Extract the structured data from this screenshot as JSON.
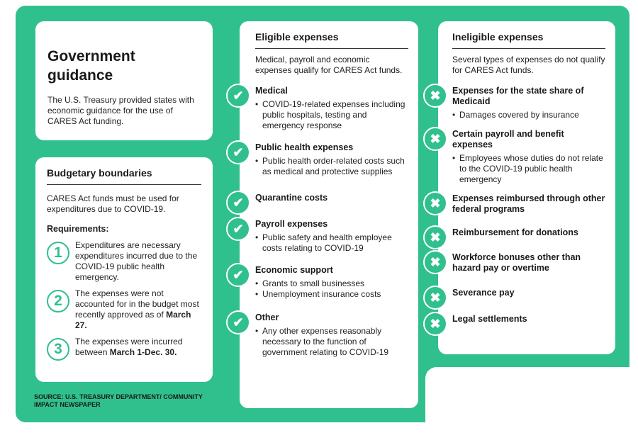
{
  "government": {
    "title": "Government guidance",
    "body": "The U.S. Treasury provided states with economic guidance for the use of CARES Act funding."
  },
  "budget": {
    "title": "Budgetary boundaries",
    "intro": "CARES Act funds must be used for expenditures due to COVID-19.",
    "requirements_label": "Requirements:",
    "requirements": [
      {
        "number": "1",
        "text": "Expenditures are necessary expenditures incurred due to the COVID-19 public health emergency.",
        "bold": ""
      },
      {
        "number": "2",
        "text": "The expenses were not accounted for in the budget most recently approved as of ",
        "bold": "March 27."
      },
      {
        "number": "3",
        "text": "The expenses were incurred between ",
        "bold": "March 1-Dec. 30."
      }
    ]
  },
  "eligible": {
    "title": "Eligible expenses",
    "intro": "Medical, payroll and economic expenses qualify for CARES Act funds.",
    "icon": "check-icon",
    "items": [
      {
        "head": "Medical",
        "bullets": [
          "COVID-19-related expenses including public hospitals, testing and emergency response"
        ]
      },
      {
        "head": "Public health expenses",
        "bullets": [
          "Public health order-related costs such as medical and protective supplies"
        ]
      },
      {
        "head": "Quarantine costs",
        "bullets": []
      },
      {
        "head": "Payroll expenses",
        "bullets": [
          "Public safety and health employee costs relating to COVID-19"
        ]
      },
      {
        "head": "Economic support",
        "bullets": [
          "Grants to small businesses",
          "Unemployment insurance costs"
        ]
      },
      {
        "head": "Other",
        "bullets": [
          "Any other expenses reasonably necessary to the function of government relating to COVID-19"
        ]
      }
    ]
  },
  "ineligible": {
    "title": "Ineligible expenses",
    "intro": "Several types of expenses do not qualify for CARES Act funds.",
    "icon": "x-icon",
    "items": [
      {
        "head": "Expenses for the state share of Medicaid",
        "bullets": [
          "Damages covered by insurance"
        ]
      },
      {
        "head": "Certain payroll and benefit expenses",
        "bullets": [
          "Employees whose duties do not relate to the COVID-19 public health emergency"
        ]
      },
      {
        "head": "Expenses reimbursed through other federal programs",
        "bullets": []
      },
      {
        "head": "Reimbursement for donations",
        "bullets": []
      },
      {
        "head": "Workforce bonuses other than hazard pay or overtime",
        "bullets": []
      },
      {
        "head": "Severance pay",
        "bullets": []
      },
      {
        "head": "Legal settlements",
        "bullets": []
      }
    ]
  },
  "source": "SOURCE: U.S. TREASURY DEPARTMENT/ COMMUNITY IMPACT NEWSPAPER",
  "colors": {
    "accent": "#30c08e",
    "card": "#ffffff",
    "text": "#222222"
  }
}
